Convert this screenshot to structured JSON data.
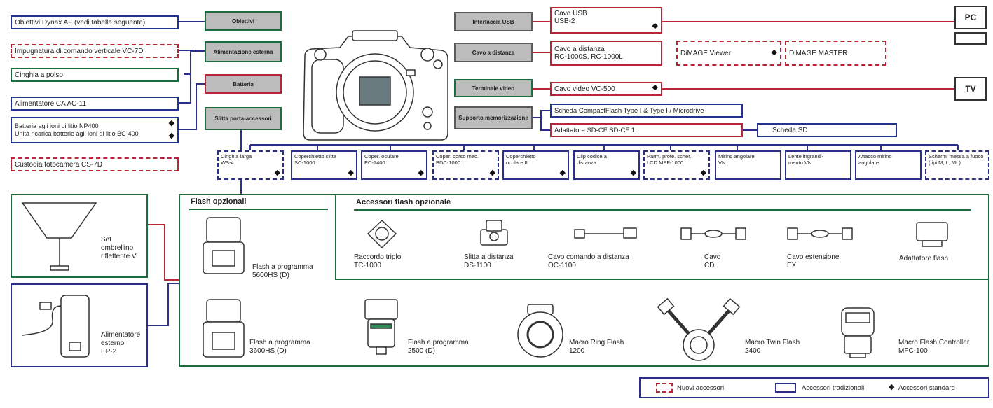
{
  "left": {
    "lenses": "Obiettivi Dynax AF (vedi tabella seguente)",
    "vertical_grip": "Impugnatura di comando verticale VC-7D",
    "wrist_strap": "Cinghia a polso",
    "ac_adapter": "Alimentatore CA AC-11",
    "battery_line1": "Batteria agli ioni di litio NP400",
    "battery_line2": "Unità ricarica batterie agli ioni di litio BC-400",
    "camera_case": "Custodia fotocamera CS-7D"
  },
  "headers": {
    "lenses": "Obiettivi",
    "power": "Alimentazione esterna",
    "battery": "Batteria",
    "shoe": "Slitta porta-accessori",
    "usb": "Interfaccia USB",
    "remote": "Cavo a distanza",
    "video": "Terminale video",
    "storage": "Supporto memorizzazione"
  },
  "right": {
    "usb_line1": "Cavo USB",
    "usb_line2": "USB-2",
    "remote_line1": "Cavo a distanza",
    "remote_line2": "RC-1000S, RC-1000L",
    "video_cable": "Cavo video VC-500",
    "viewer": "DiMAGE Viewer",
    "master": "DiMAGE MASTER",
    "pc": "PC",
    "tv": "TV",
    "cf_card": "Scheda CompactFlash Type I & Type I / Microdrive",
    "sd_adapter": "Adattatore SD-CF SD-CF 1",
    "sd_card": "Scheda SD"
  },
  "accessories": [
    {
      "line1": "Cinghia larga",
      "line2": "WS-4",
      "std": "◆"
    },
    {
      "line1": "Coperchietto slitta",
      "line2": "SC-1000",
      "std": "◆"
    },
    {
      "line1": "Coper. oculare",
      "line2": "EC-1400",
      "std": "◆"
    },
    {
      "line1": "Coper. corso mac.",
      "line2": "BDC-1000",
      "std": "◆"
    },
    {
      "line1": "Coperchietto",
      "line2": "oculare II",
      "std": "◆"
    },
    {
      "line1": "Clip codice a",
      "line2": "distanza",
      "std": "◆"
    },
    {
      "line1": "Parm. prote. scher.",
      "line2": "LCD MPF-1000",
      "std": "◆"
    },
    {
      "line1": "Mirino angolare",
      "line2": "VN",
      "std": ""
    },
    {
      "line1": "Lente ingrandi-",
      "line2": "mento VN",
      "std": ""
    },
    {
      "line1": "Attacco mirino",
      "line2": "angolare",
      "std": ""
    },
    {
      "line1": "Schermi messa a fuoco",
      "line2": "(tipi M, L, ML)",
      "std": ""
    }
  ],
  "flash_section": {
    "title": "Flash opzionali",
    "flash_5600_line1": "Flash a programma",
    "flash_5600_line2": "5600HS (D)",
    "flash_3600_line1": "Flash a programma",
    "flash_3600_line2": "3600HS (D)",
    "flash_2500_line1": "Flash a programma",
    "flash_2500_line2": "2500 (D)",
    "ring_line1": "Macro Ring Flash",
    "ring_line2": "1200",
    "twin_line1": "Macro Twin Flash",
    "twin_line2": "2400",
    "mfc_line1": "Macro Flash Controller",
    "mfc_line2": "MFC-100"
  },
  "flash_acc": {
    "title": "Accessori flash opzionale",
    "tc_line1": "Raccordo triplo",
    "tc_line2": "TC-1000",
    "ds_line1": "Slitta a distanza",
    "ds_line2": "DS-1100",
    "oc_line1": "Cavo comando a distanza",
    "oc_line2": "OC-1100",
    "cd_line1": "Cavo",
    "cd_line2": "CD",
    "ex_line1": "Cavo estensione",
    "ex_line2": "EX",
    "adapter": "Adattatore flash"
  },
  "bottom_left": {
    "umbrella_line1": "Set",
    "umbrella_line2": "ombrellino",
    "umbrella_line3": "riflettente V",
    "ep_line1": "Alimentatore",
    "ep_line2": "esterno",
    "ep_line3": "EP-2"
  },
  "legend": {
    "new": "Nuovi accessori",
    "traditional": "Accessori tradizionali",
    "standard": "Accessori standard",
    "diamond": "◆"
  }
}
